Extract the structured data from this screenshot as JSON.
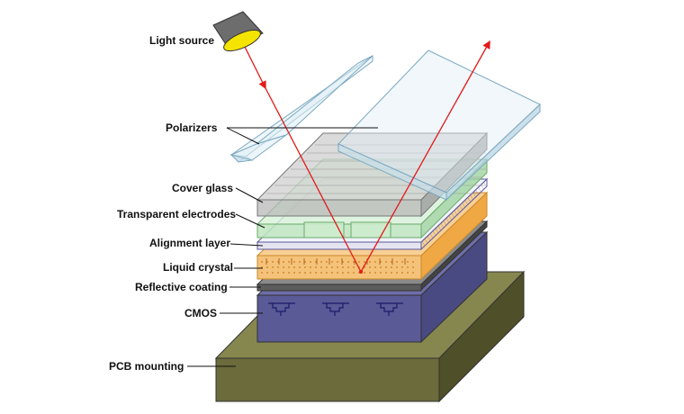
{
  "labels": {
    "light_source": "Light source",
    "polarizers": "Polarizers",
    "cover_glass": "Cover glass",
    "transparent_electrodes": "Transparent electrodes",
    "alignment_layer": "Alignment layer",
    "liquid_crystal": "Liquid crystal",
    "reflective_coating": "Reflective coating",
    "cmos": "CMOS",
    "pcb_mounting": "PCB mounting"
  },
  "colors": {
    "pcb": "#6b6b3c",
    "cmos": "#5a5a96",
    "reflective": "#5c5c5c",
    "liquid_crystal": "#f5c27a",
    "alignment": "#d4d4e6",
    "electrodes": "#bfe6c0",
    "cover_glass": "#b8b8b8",
    "polarizer": "#dfeef6",
    "light_lens": "#f5e400",
    "light_ray": "#e21a1a"
  }
}
